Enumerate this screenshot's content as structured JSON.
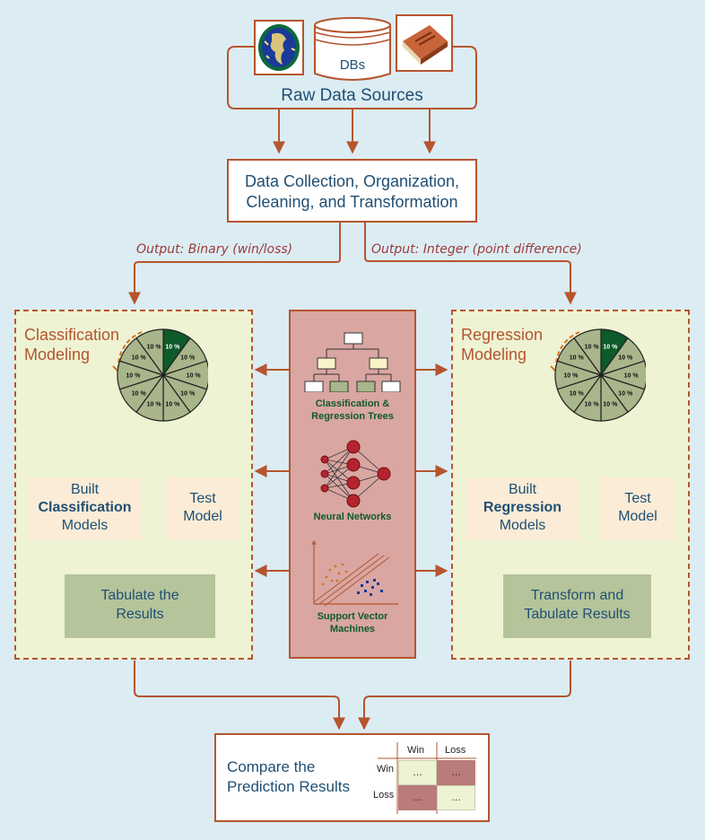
{
  "sources": {
    "db_label": "DBs",
    "title": "Raw Data Sources"
  },
  "collection": {
    "line1": "Data Collection, Organization,",
    "line2": "Cleaning, and Transformation"
  },
  "outputs": {
    "left": "Output: Binary (win/loss)",
    "right": "Output: Integer (point difference)"
  },
  "classification": {
    "title_line1": "Classification",
    "title_line2": "Modeling",
    "built_line1": "Built",
    "built_line2": "Classification",
    "built_line3": "Models",
    "test_line1": "Test",
    "test_line2": "Model",
    "result_line1": "Tabulate the",
    "result_line2": "Results"
  },
  "regression": {
    "title_line1": "Regression",
    "title_line2": "Modeling",
    "built_line1": "Built",
    "built_line2": "Regression",
    "built_line3": "Models",
    "test_line1": "Test",
    "test_line2": "Model",
    "result_line1": "Transform and",
    "result_line2": "Tabulate Results"
  },
  "fold_label": "10 %",
  "methods": {
    "trees_line1": "Classification &",
    "trees_line2": "Regression Trees",
    "nn": "Neural Networks",
    "svm_line1": "Support Vector",
    "svm_line2": "Machines"
  },
  "compare": {
    "line1": "Compare the",
    "line2": "Prediction Results",
    "col_win": "Win",
    "col_loss": "Loss",
    "row_win": "Win",
    "row_loss": "Loss",
    "cell": "…"
  },
  "colors": {
    "accent": "#b5552e",
    "panel": "#eef3d4",
    "method_bg": "#d9a6a2",
    "result_bg": "#b5c49a",
    "model_bg": "#fbecd7",
    "dark_green": "#0d5a2a",
    "slice": "#a9b58a"
  }
}
